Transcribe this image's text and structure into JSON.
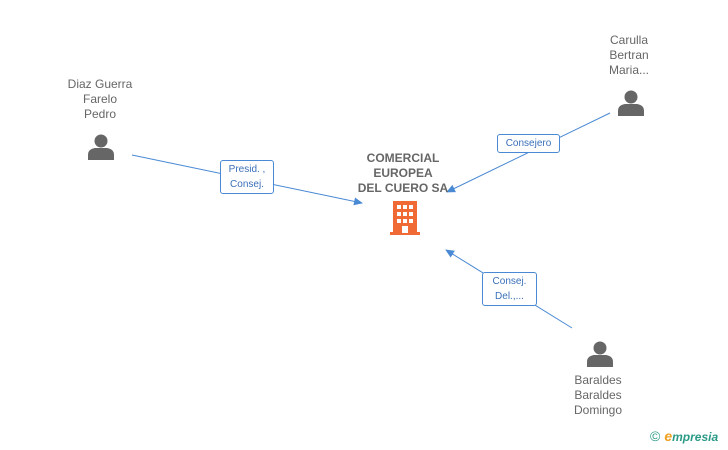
{
  "company": {
    "lines": [
      "COMERCIAL",
      "EUROPEA",
      "DEL CUERO SA"
    ],
    "icon": "building-icon",
    "color": "#f06a35"
  },
  "people": [
    {
      "lines": [
        "Diaz Guerra",
        "Farelo",
        "Pedro"
      ],
      "icon": "person-icon"
    },
    {
      "lines": [
        "Carulla",
        "Bertran",
        "Maria..."
      ],
      "icon": "person-icon"
    },
    {
      "lines": [
        "Baraldes",
        "Baraldes",
        "Domingo"
      ],
      "icon": "person-icon"
    }
  ],
  "relations": [
    {
      "from": "Diaz Guerra Farelo Pedro",
      "lines": [
        "Presid. ,",
        "Consej."
      ]
    },
    {
      "from": "Carulla Bertran Maria...",
      "lines": [
        "Consejero"
      ]
    },
    {
      "from": "Baraldes Baraldes Domingo",
      "lines": [
        "Consej.",
        "Del.,..."
      ]
    }
  ],
  "colors": {
    "edge": "#4a89d4",
    "person": "#666666",
    "company": "#f06a35"
  },
  "footer": {
    "copyright_symbol": "©",
    "brand_initial": "e",
    "brand_rest": "mpresia"
  }
}
